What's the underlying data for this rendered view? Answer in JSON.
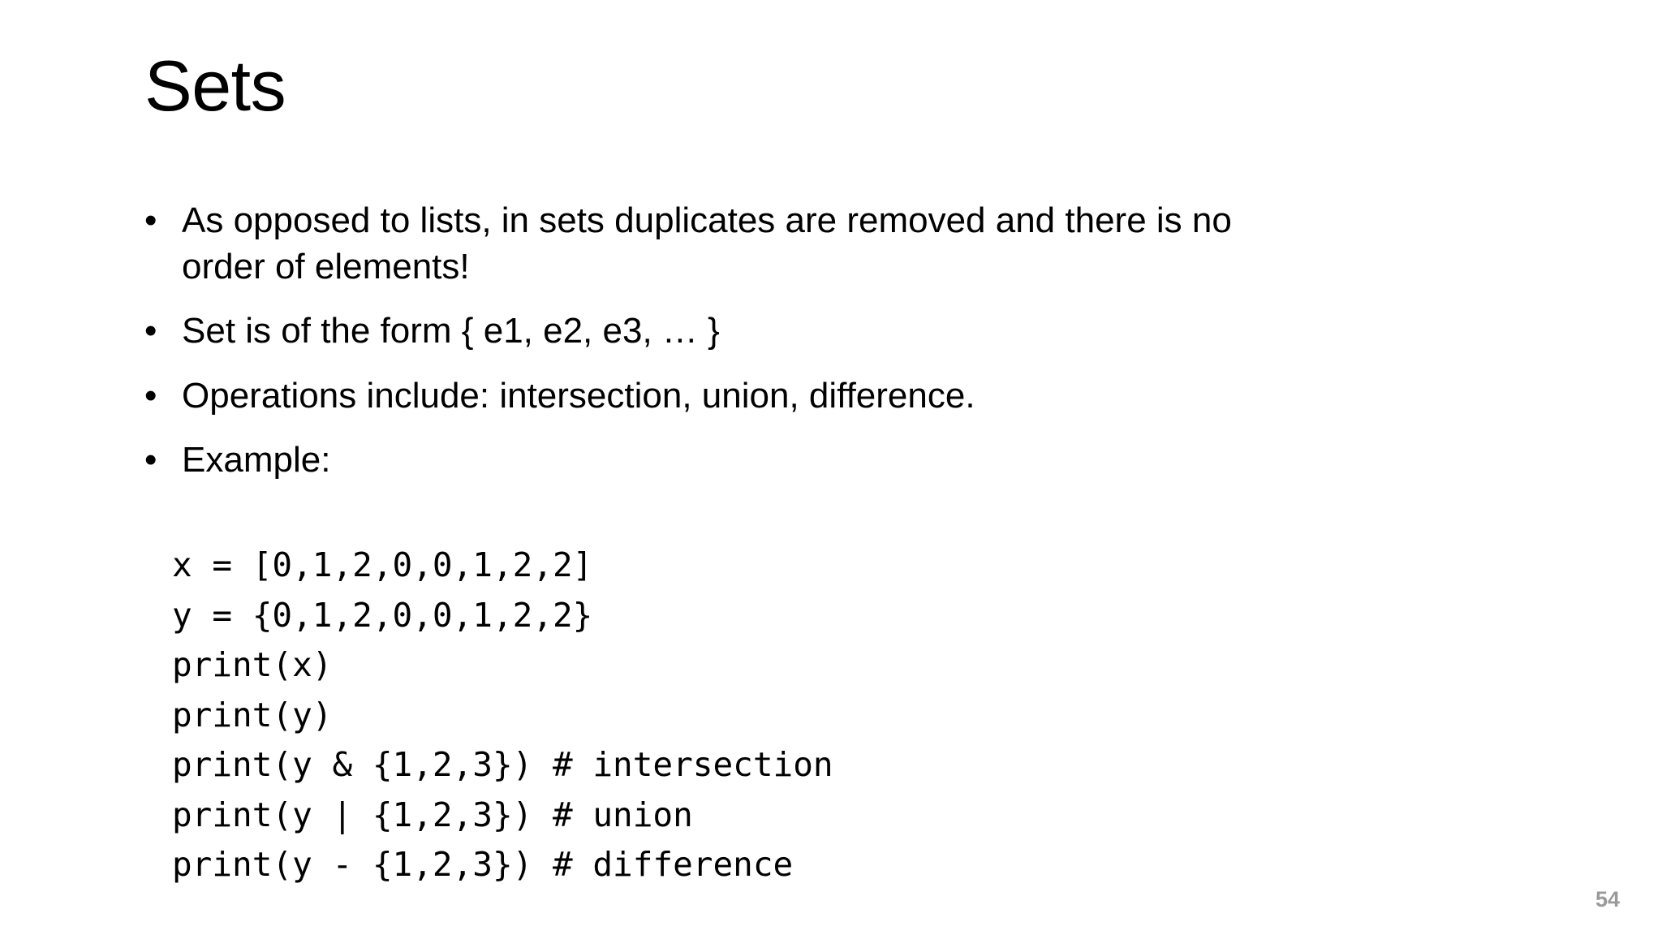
{
  "slide": {
    "title": "Sets",
    "page_number": "54",
    "background_color": "#ffffff",
    "text_color": "#000000",
    "page_number_color": "#9a9a9a",
    "bullet_glyph": "•",
    "bullets": [
      {
        "text": "As opposed to lists, in sets duplicates are removed and there is no order of elements!"
      },
      {
        "text": "Set is of the form { e1, e2, e3, … }"
      },
      {
        "text": "Operations include: intersection, union, difference."
      },
      {
        "text": "Example:"
      }
    ],
    "code": {
      "lines": [
        "x = [0,1,2,0,0,1,2,2]",
        "y = {0,1,2,0,0,1,2,2}",
        "print(x)",
        "print(y)",
        "print(y & {1,2,3}) # intersection",
        "print(y | {1,2,3}) # union",
        "print(y - {1,2,3}) # difference"
      ]
    }
  }
}
